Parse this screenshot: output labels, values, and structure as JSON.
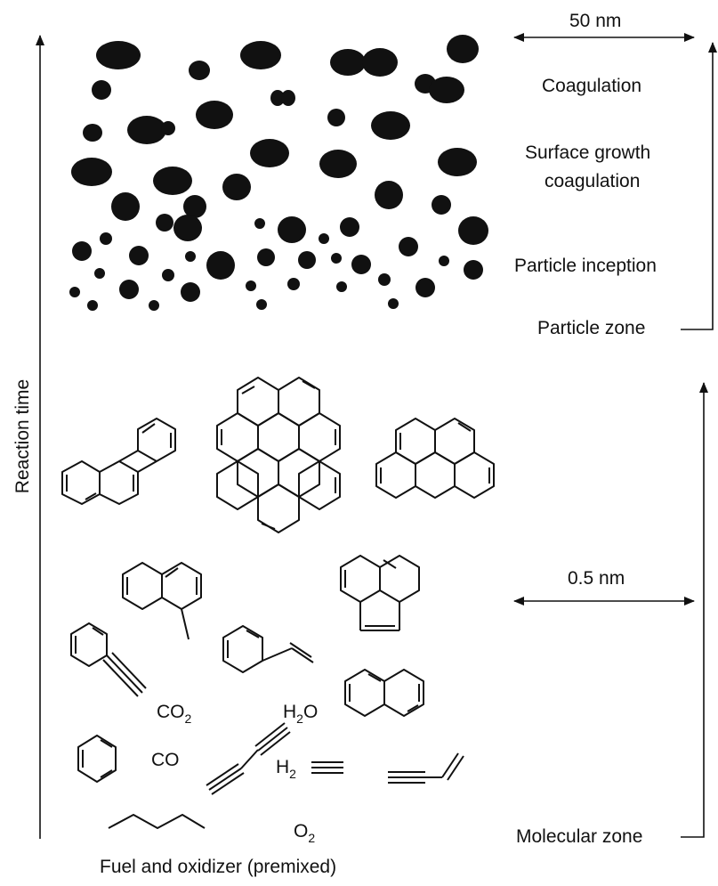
{
  "labels": {
    "scale_large": "50 nm",
    "scale_small": "0.5 nm",
    "coagulation": "Coagulation",
    "surface_growth_line1": "Surface growth",
    "surface_growth_line2": "coagulation",
    "particle_inception": "Particle inception",
    "particle_zone": "Particle zone",
    "molecular_zone": "Molecular zone",
    "reaction_time": "Reaction time",
    "fuel_oxidizer": "Fuel and oxidizer (premixed)"
  },
  "species": {
    "co2": {
      "base": "CO",
      "sub": "2"
    },
    "h2o": {
      "base": "H",
      "sub": "2",
      "tail": "O"
    },
    "co": "CO",
    "h2": {
      "base": "H",
      "sub": "2"
    },
    "o2": {
      "base": "O",
      "sub": "2"
    }
  },
  "colors": {
    "ink": "#111111",
    "background": "#ffffff"
  }
}
